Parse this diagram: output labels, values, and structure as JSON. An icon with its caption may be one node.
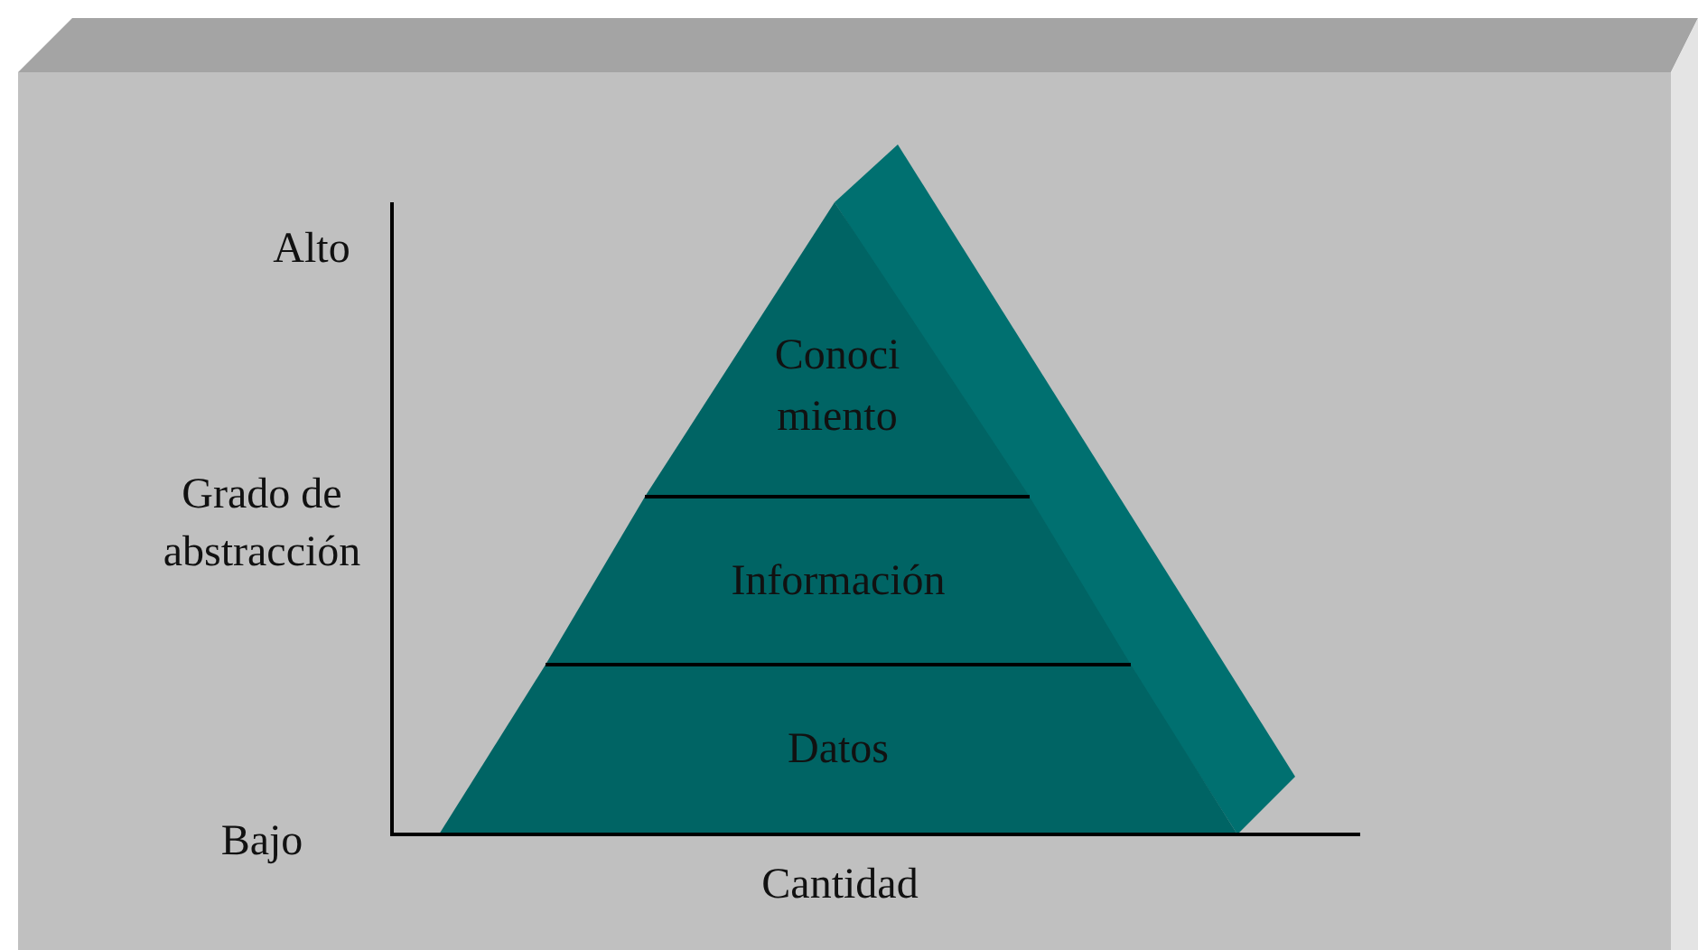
{
  "diagram": {
    "nodes": [
      {
        "text": [
          "Conoci miento"
        ]
      },
      {
        "text": [
          "Información"
        ]
      },
      {
        "text": [
          "Datos"
        ]
      }
    ],
    "labels": [
      "Alto",
      "Grado de abstracción",
      "Bajo",
      "Cantidad"
    ]
  }
}
